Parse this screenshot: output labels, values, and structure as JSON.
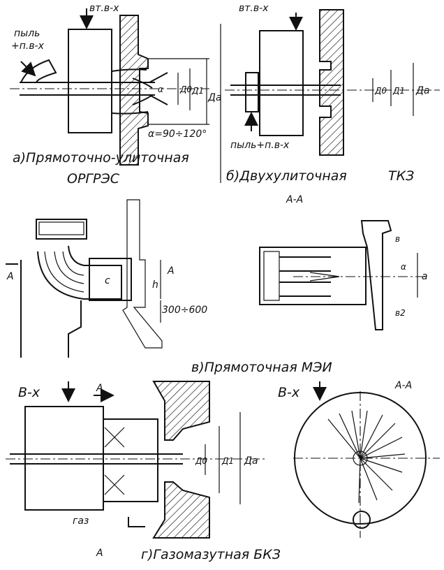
{
  "top": {
    "a": {
      "inlet_label": "вт.в-х",
      "dust_label_1": "пыль",
      "dust_label_2": "+п.в-х",
      "angle_symbol": "α",
      "angle_text": "α=90÷120°",
      "dim_d0": "Д0",
      "dim_d1": "Д1",
      "dim_da": "Да",
      "caption_1": "а)Прямоточно-улиточная",
      "caption_2": "ОРГРЭС"
    },
    "b": {
      "inlet_label": "вт.в-х",
      "dust_label": "пыль+п.в-х",
      "dim_d0": "Д0",
      "dim_d1": "Д1",
      "dim_da": "Да",
      "caption": "б)Двухулиточная",
      "maker": "ТКЗ"
    }
  },
  "middle": {
    "section_top_label": "А-А",
    "section_marker_left": "А",
    "section_marker_right": "А",
    "dim_c": "с",
    "dim_h": "h",
    "dim_range": "300÷600",
    "dim_b": "в",
    "dim_b2": "в2",
    "dim_a": "а",
    "angle_symbol": "α",
    "caption": "в)Прямоточная МЭИ"
  },
  "bottom": {
    "inlet_label": "В-х",
    "section_marker_top": "А",
    "section_marker_bottom": "А",
    "gas_label": "газ",
    "dim_d0": "Д0",
    "dim_d1": "Д1",
    "dim_da": "Да",
    "right_inlet_label": "В-х",
    "right_section_label": "А-А",
    "caption": "г)Газомазутная БКЗ"
  }
}
